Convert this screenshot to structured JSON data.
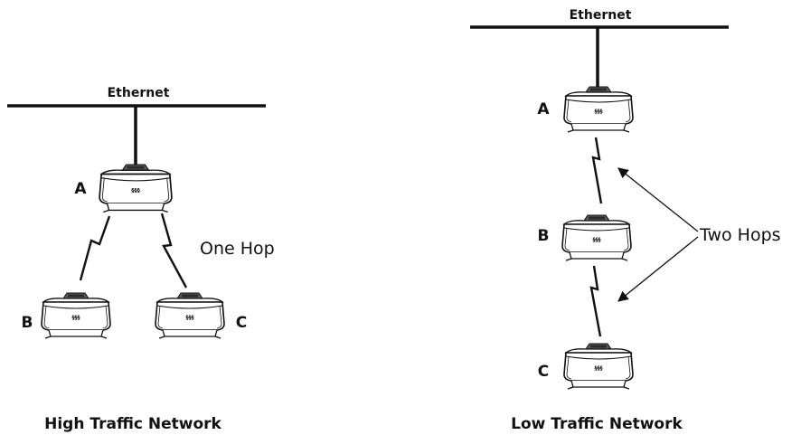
{
  "high_traffic": {
    "ethernet_label": "Ethernet",
    "node_a": "A",
    "node_b": "B",
    "node_c": "C",
    "hop_label": "One Hop",
    "caption": "High Traffic Network"
  },
  "low_traffic": {
    "ethernet_label": "Ethernet",
    "node_a": "A",
    "node_b": "B",
    "node_c": "C",
    "hop_label": "Two Hops",
    "caption": "Low Traffic Network"
  },
  "device_badge": "§§§"
}
